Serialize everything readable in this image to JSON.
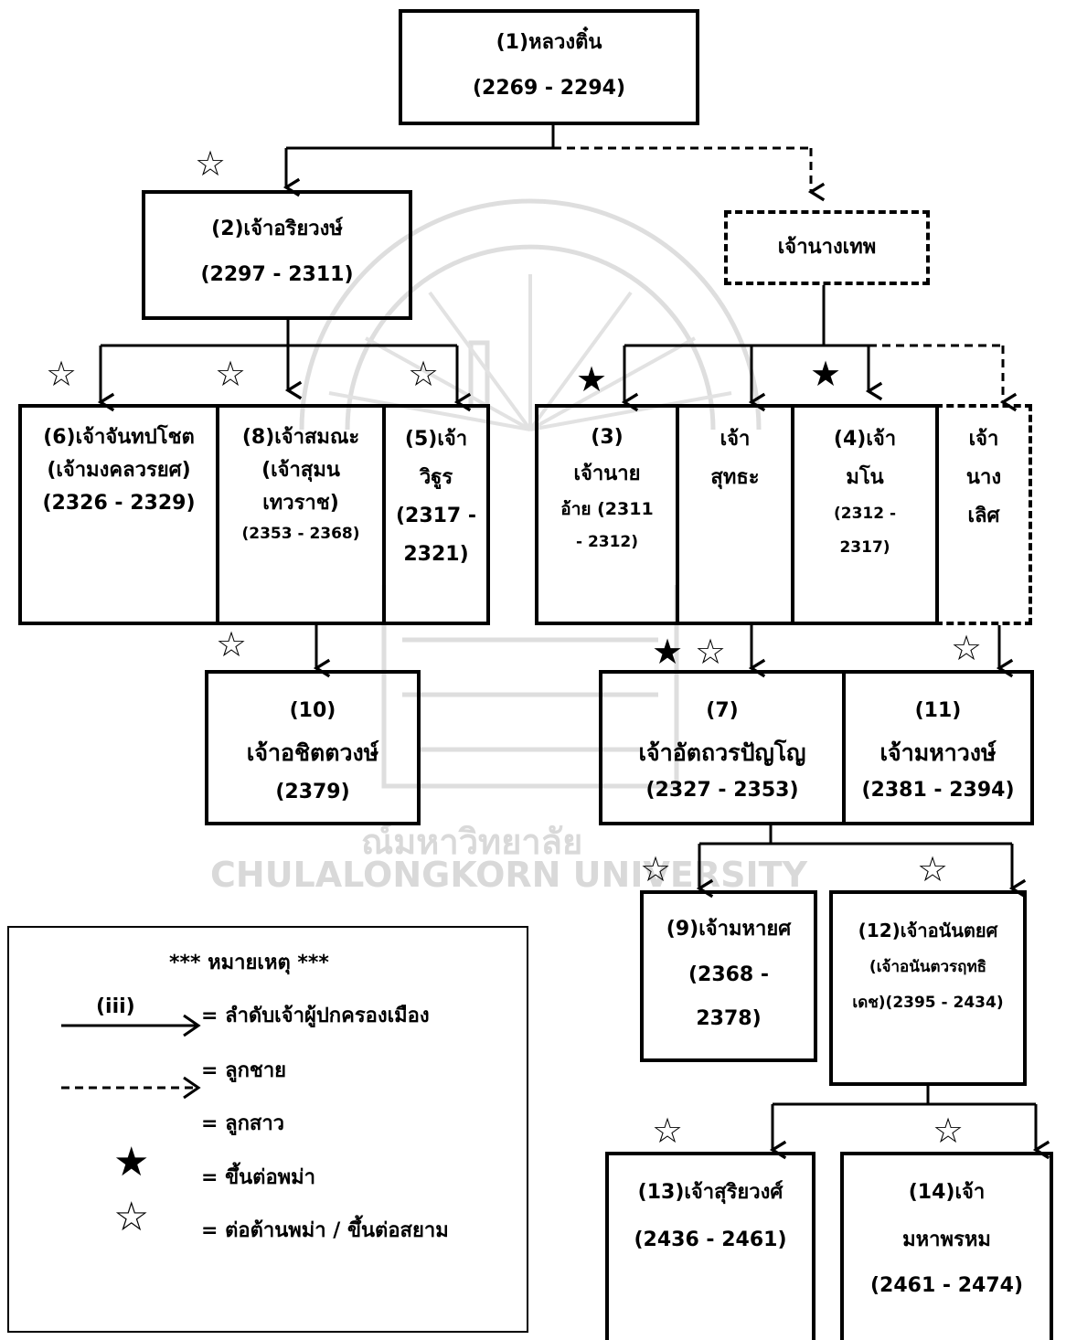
{
  "watermark": {
    "line1": "ณ์มหาวิทยาลัย",
    "line2": "CHULALONGKORN UNIVERSITY"
  },
  "nodes": {
    "n1": {
      "lines": [
        "(1)หลวงติ๋น",
        "(2269 - 2294)"
      ]
    },
    "n2": {
      "lines": [
        "(2)เจ้าอริยวงษ์",
        "(2297 - 2311)"
      ]
    },
    "nang_thep": {
      "lines": [
        "เจ้านางเทพ"
      ]
    },
    "n6": {
      "lines": [
        "(6)เจ้าจันทปโชต",
        "(เจ้ามงคลวรยศ)",
        "(2326 - 2329)"
      ]
    },
    "n8": {
      "lines": [
        "(8)เจ้าสมณะ",
        "(เจ้าสุมน",
        "เทวราช)",
        "(2353 - 2368)"
      ]
    },
    "n5": {
      "lines": [
        "(5)เจ้า",
        "วิฐูร",
        "(2317 -",
        "2321)"
      ]
    },
    "n3": {
      "lines": [
        "(3)",
        "เจ้านาย",
        "อ้าย (2311",
        "- 2312)"
      ]
    },
    "suthana": {
      "lines": [
        "เจ้า",
        "สุทธะ"
      ]
    },
    "n4": {
      "lines": [
        "(4)เจ้า",
        "มโน",
        "(2312 -",
        "2317)"
      ]
    },
    "nang_loet": {
      "lines": [
        "เจ้า",
        "นาง",
        "เลิศ"
      ]
    },
    "n10": {
      "lines": [
        "(10)",
        "เจ้าอชิตตวงษ์",
        "(2379)"
      ]
    },
    "n7": {
      "lines": [
        "(7)",
        "เจ้าอัตถวรปัญโญ",
        "(2327 - 2353)"
      ]
    },
    "n11": {
      "lines": [
        "(11)",
        "เจ้ามหาวงษ์",
        "(2381 - 2394)"
      ]
    },
    "n9": {
      "lines": [
        "(9)เจ้ามหายศ",
        "(2368 -",
        "2378)"
      ]
    },
    "n12": {
      "lines": [
        "(12)เจ้าอนันตยศ",
        "(เจ้าอนันตวรฤทธิ",
        "เดช)(2395 - 2434)"
      ]
    },
    "n13": {
      "lines": [
        "(13)เจ้าสุริยวงศ์",
        "(2436 - 2461)"
      ]
    },
    "n14": {
      "lines": [
        "(14)เจ้า",
        "มหาพรหม",
        "(2461 - 2474)"
      ]
    }
  },
  "markers": {
    "filled_star": "★",
    "outline_star": "☆"
  },
  "legend": {
    "title": "*** หมายเหตุ ***",
    "example_label": "(iii)",
    "items": [
      "= ลำดับเจ้าผู้ปกครองเมือง",
      "= ลูกชาย",
      "= ลูกสาว",
      "= ขึ้นต่อพม่า",
      "= ต่อต้านพม่า / ขึ้นต่อสยาม"
    ]
  },
  "colors": {
    "line": "#000000",
    "watermark": "#d9d9d9",
    "background": "#ffffff"
  }
}
